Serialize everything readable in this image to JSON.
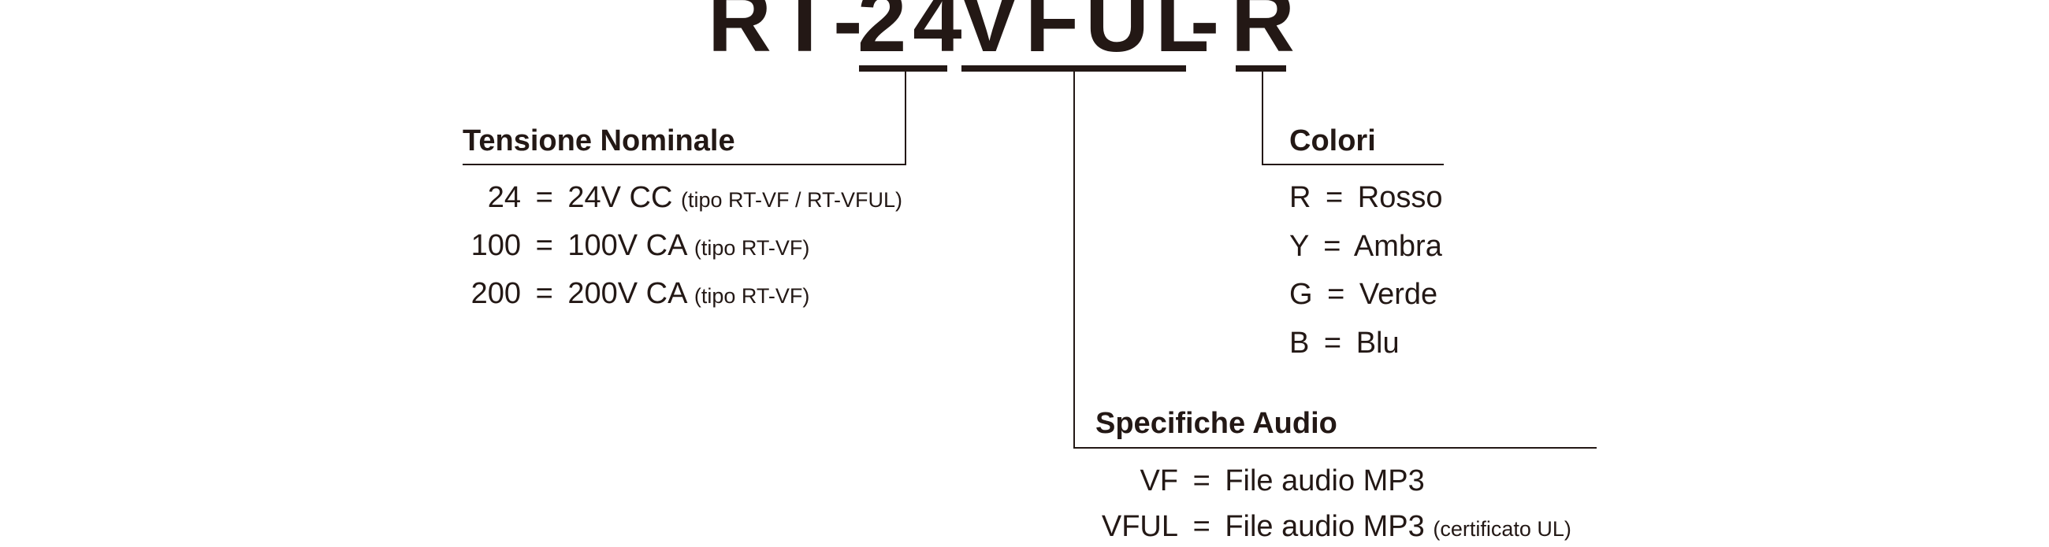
{
  "model_code": {
    "prefix": "RT-",
    "voltage_code": "24",
    "audio_code": "VFUL",
    "dash": "-",
    "color_code": "R"
  },
  "voltage": {
    "heading": "Tensione Nominale",
    "rows": [
      {
        "code": "24",
        "eq": "=",
        "value": "24V CC",
        "note": "(tipo RT-VF / RT-VFUL)"
      },
      {
        "code": "100",
        "eq": "=",
        "value": "100V CA",
        "note": "(tipo RT-VF)"
      },
      {
        "code": "200",
        "eq": "=",
        "value": "200V CA",
        "note": "(tipo RT-VF)"
      }
    ]
  },
  "colors": {
    "heading": "Colori",
    "rows": [
      {
        "code": "R",
        "eq": "=",
        "value": "Rosso"
      },
      {
        "code": "Y",
        "eq": "=",
        "value": "Ambra"
      },
      {
        "code": "G",
        "eq": "=",
        "value": "Verde"
      },
      {
        "code": "B",
        "eq": "=",
        "value": "Blu"
      }
    ]
  },
  "audio": {
    "heading": "Specifiche Audio",
    "rows": [
      {
        "code": "VF",
        "eq": "=",
        "value": "File audio MP3",
        "note": ""
      },
      {
        "code": "VFUL",
        "eq": "=",
        "value": "File audio MP3",
        "note": "(certificato UL)"
      }
    ]
  },
  "colors_palette": {
    "ink": "#231815",
    "background": "#ffffff"
  }
}
